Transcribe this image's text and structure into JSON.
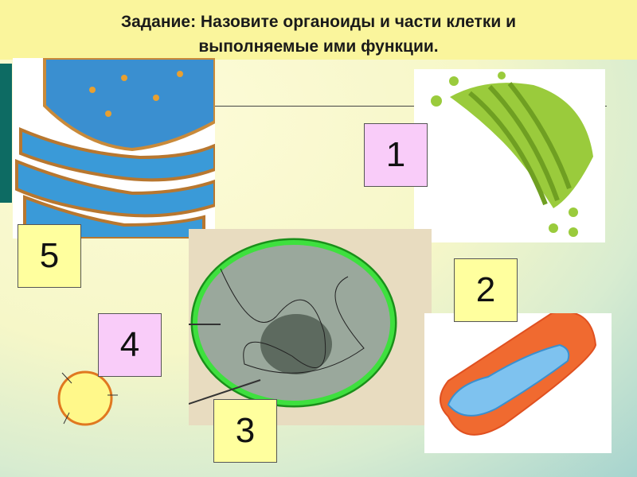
{
  "title": {
    "line1": "Задание: Назовите органоиды и части клетки и",
    "line2": "выполняемые ими функции."
  },
  "labels": [
    "1",
    "2",
    "3",
    "4",
    "5"
  ],
  "images": [
    "endoplasmic-reticulum",
    "golgi-apparatus",
    "nucleus",
    "mitochondrion",
    "lysosome"
  ],
  "colors": {
    "title_bg": "#faf59c",
    "label_yellow": "#ffff9e",
    "label_pink": "#f9ccf9",
    "accent_teal": "#0d6b63"
  }
}
